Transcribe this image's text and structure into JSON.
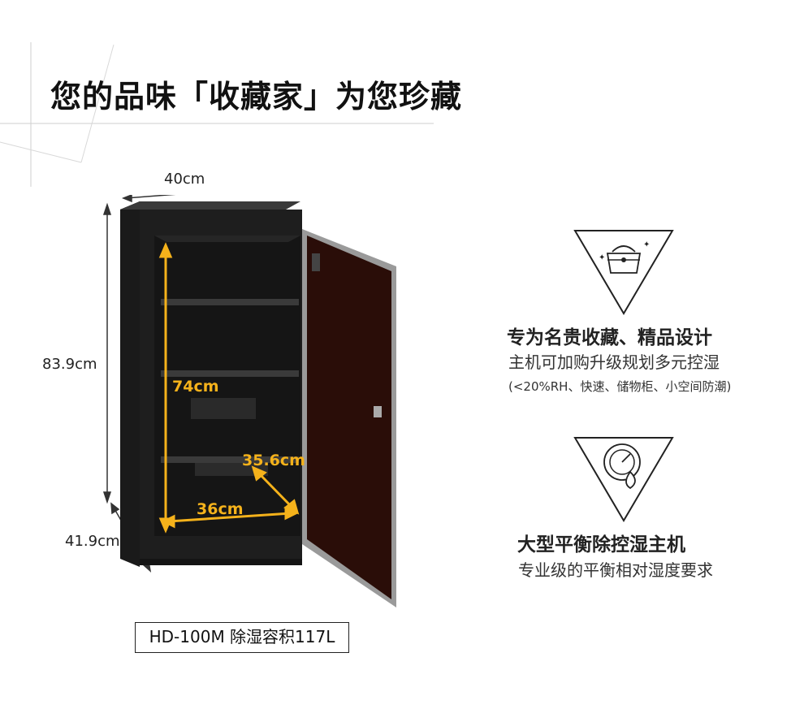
{
  "header": {
    "title": "您的品味「收藏家」为您珍藏"
  },
  "dimensions": {
    "width": "40cm",
    "height": "83.9cm",
    "depth": "41.9cm",
    "inner_height": "74cm",
    "inner_depth": "35.6cm",
    "inner_width": "36cm"
  },
  "product": {
    "model_label": "HD-100M 除湿容积117L"
  },
  "features": [
    {
      "icon": "handbag-sparkle-icon",
      "title": "专为名贵收藏、精品设计",
      "subtitle": "主机可加购升级规划多元控湿",
      "note": "(<20%RH、快速、储物柜、小空间防潮)"
    },
    {
      "icon": "humidity-gauge-icon",
      "title": "大型平衡除控湿主机",
      "subtitle": "专业级的平衡相对湿度要求",
      "note": ""
    }
  ],
  "colors": {
    "accent": "#f5b21b",
    "cabinet": "#1c1c1c",
    "door_glass": "#2a0d08"
  }
}
